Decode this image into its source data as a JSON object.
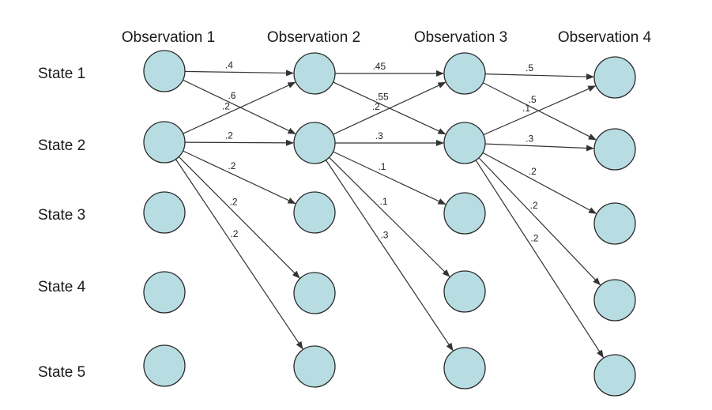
{
  "columns": [
    "Observation 1",
    "Observation 2",
    "Observation 3",
    "Observation 4"
  ],
  "rows": [
    "State 1",
    "State 2",
    "State 3",
    "State 4",
    "State 5"
  ],
  "colors": {
    "node_fill": "#b7dde3",
    "node_stroke": "#2a2a2a",
    "edge": "#333333"
  },
  "edges": [
    {
      "from": [
        0,
        0
      ],
      "to": [
        1,
        0
      ],
      "label": ".4"
    },
    {
      "from": [
        0,
        0
      ],
      "to": [
        1,
        1
      ],
      "label": ".6"
    },
    {
      "from": [
        0,
        1
      ],
      "to": [
        1,
        0
      ],
      "label": ".2"
    },
    {
      "from": [
        0,
        1
      ],
      "to": [
        1,
        1
      ],
      "label": ".2"
    },
    {
      "from": [
        0,
        1
      ],
      "to": [
        1,
        2
      ],
      "label": ".2"
    },
    {
      "from": [
        0,
        1
      ],
      "to": [
        1,
        3
      ],
      "label": ".2"
    },
    {
      "from": [
        0,
        1
      ],
      "to": [
        1,
        4
      ],
      "label": ".2"
    },
    {
      "from": [
        1,
        0
      ],
      "to": [
        2,
        0
      ],
      "label": ".45"
    },
    {
      "from": [
        1,
        0
      ],
      "to": [
        2,
        1
      ],
      "label": ".55"
    },
    {
      "from": [
        1,
        1
      ],
      "to": [
        2,
        0
      ],
      "label": ".2"
    },
    {
      "from": [
        1,
        1
      ],
      "to": [
        2,
        1
      ],
      "label": ".3"
    },
    {
      "from": [
        1,
        1
      ],
      "to": [
        2,
        2
      ],
      "label": ".1"
    },
    {
      "from": [
        1,
        1
      ],
      "to": [
        2,
        3
      ],
      "label": ".1"
    },
    {
      "from": [
        1,
        1
      ],
      "to": [
        2,
        4
      ],
      "label": ".3"
    },
    {
      "from": [
        2,
        0
      ],
      "to": [
        3,
        0
      ],
      "label": ".5"
    },
    {
      "from": [
        2,
        0
      ],
      "to": [
        3,
        1
      ],
      "label": ".5"
    },
    {
      "from": [
        2,
        1
      ],
      "to": [
        3,
        0
      ],
      "label": ".1"
    },
    {
      "from": [
        2,
        1
      ],
      "to": [
        3,
        1
      ],
      "label": ".3"
    },
    {
      "from": [
        2,
        1
      ],
      "to": [
        3,
        2
      ],
      "label": ".2"
    },
    {
      "from": [
        2,
        1
      ],
      "to": [
        3,
        3
      ],
      "label": ".2"
    },
    {
      "from": [
        2,
        1
      ],
      "to": [
        3,
        4
      ],
      "label": ".2"
    }
  ]
}
